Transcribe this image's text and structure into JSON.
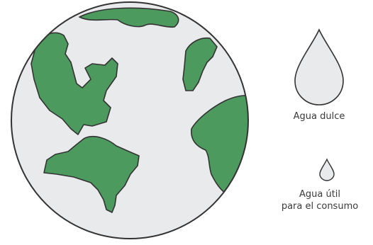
{
  "diagram": {
    "labels": {
      "fresh_water": "Agua dulce",
      "usable_water_line1": "Agua útil",
      "usable_water_line2": "para el consumo"
    },
    "colors": {
      "ocean": "#e9eaec",
      "land": "#4c9a5e",
      "outline": "#333333",
      "drop_fill": "#e9eaec",
      "text": "#3a3a3a"
    },
    "icons": [
      "earth-globe-icon",
      "large-water-drop-icon",
      "small-water-drop-icon"
    ]
  }
}
